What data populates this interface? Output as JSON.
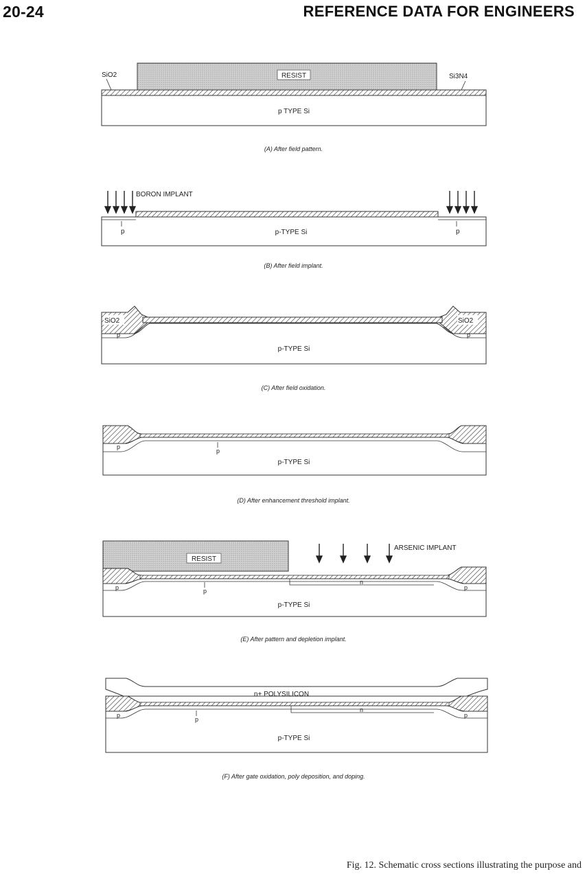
{
  "header": {
    "page_number": "20-24",
    "running_head": "REFERENCE DATA FOR ENGINEERS"
  },
  "panels": [
    {
      "id": "A",
      "caption": "(A) After field pattern.",
      "labels": {
        "sio2": "SiO2",
        "si3n4": "Si3N4",
        "resist": "RESIST",
        "substrate": "p TYPE Si"
      }
    },
    {
      "id": "B",
      "caption": "(B) After field implant.",
      "labels": {
        "implant": "BORON IMPLANT",
        "substrate": "p-TYPE Si",
        "p_left": "p",
        "p_right": "p"
      }
    },
    {
      "id": "C",
      "caption": "(C) After field oxidation.",
      "labels": {
        "sio2_left": "SiO2",
        "sio2_right": "SiO2",
        "substrate": "p-TYPE Si",
        "p_left": "p",
        "p_right": "p"
      }
    },
    {
      "id": "D",
      "caption": "(D) After enhancement threshold implant.",
      "labels": {
        "substrate": "p-TYPE Si",
        "p_left": "p",
        "p_center": "p"
      }
    },
    {
      "id": "E",
      "caption": "(E) After pattern and depletion implant.",
      "labels": {
        "resist": "RESIST",
        "implant": "ARSENIC IMPLANT",
        "substrate": "p-TYPE Si",
        "p_left": "p",
        "p_center": "p",
        "n_region": "n",
        "p_right": "p"
      }
    },
    {
      "id": "F",
      "caption": "(F) After gate oxidation, poly deposition, and doping.",
      "labels": {
        "poly": "n+ POLYSILICON",
        "substrate": "p-TYPE Si",
        "p_left": "p",
        "p_center": "p",
        "n_region": "n",
        "p_right": "p"
      }
    }
  ],
  "figure_caption": "Fig. 12. Schematic cross sections illustrating the purpose and"
}
